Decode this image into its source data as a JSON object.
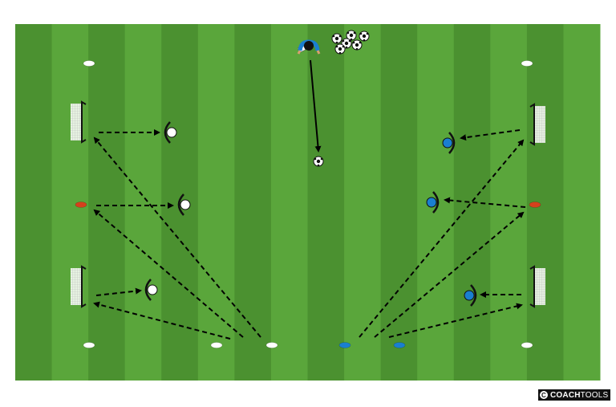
{
  "logo": {
    "mark": "C",
    "brand_bold": "COACH",
    "brand_light": "TOOLS"
  },
  "colors": {
    "field_dark": "#4b9130",
    "field_light": "#5aa63b",
    "team_a": "#ffffff",
    "team_b": "#1a7fd0",
    "red_cone": "#d6401c",
    "blue_cone": "#1a7fd0"
  }
}
